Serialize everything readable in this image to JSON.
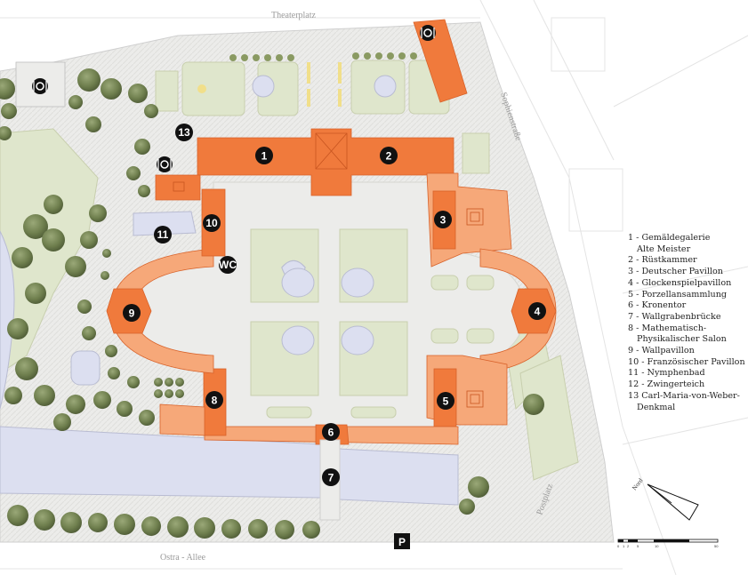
{
  "streets": {
    "theaterplatz": "Theaterplatz",
    "sophienstrasse": "Sophienstraße",
    "postplatz": "Postplatz",
    "ostra_allee": "Ostra - Allee"
  },
  "markers": [
    {
      "id": "1",
      "label": "1"
    },
    {
      "id": "2",
      "label": "2"
    },
    {
      "id": "3",
      "label": "3"
    },
    {
      "id": "4",
      "label": "4"
    },
    {
      "id": "5",
      "label": "5"
    },
    {
      "id": "6",
      "label": "6"
    },
    {
      "id": "7",
      "label": "7"
    },
    {
      "id": "8",
      "label": "8"
    },
    {
      "id": "9",
      "label": "9"
    },
    {
      "id": "10",
      "label": "10"
    },
    {
      "id": "11",
      "label": "11"
    },
    {
      "id": "13",
      "label": "13"
    }
  ],
  "symbols": {
    "wc": "WC",
    "parking": "P",
    "restaurant_icon": "restaurant-icon"
  },
  "compass": {
    "label": "Nord"
  },
  "scale": {
    "ticks": [
      "0",
      "1",
      "2",
      "5",
      "10",
      "50"
    ]
  },
  "legend": [
    {
      "n": "1",
      "text": "1 - Gemäldegalerie",
      "cont": "Alte Meister"
    },
    {
      "n": "2",
      "text": "2 - Rüstkammer"
    },
    {
      "n": "3",
      "text": "3 - Deutscher Pavillon"
    },
    {
      "n": "4",
      "text": "4 - Glockenspielpavillon"
    },
    {
      "n": "5",
      "text": "5 - Porzellansammlung"
    },
    {
      "n": "6",
      "text": "6 - Kronentor"
    },
    {
      "n": "7",
      "text": "7 - Wallgrabenbrücke"
    },
    {
      "n": "8",
      "text": "8 - Mathematisch-",
      "cont": "Physikalischer Salon"
    },
    {
      "n": "9",
      "text": "9 - Wallpavillon"
    },
    {
      "n": "10",
      "text": "10 - Französischer Pavillon"
    },
    {
      "n": "11",
      "text": "11 - Nymphenbad"
    },
    {
      "n": "12",
      "text": "12 - Zwingerteich"
    },
    {
      "n": "13",
      "text": "13 Carl-Maria-von-Weber-",
      "cont": "Denkmal"
    }
  ],
  "colors": {
    "building": "#f07a3c",
    "building_light": "#f6a879",
    "lawn": "#dfe6cc",
    "paving": "#ececea",
    "water": "#dcdff0",
    "tree": "#6f7f4e",
    "marker": "#111111"
  }
}
